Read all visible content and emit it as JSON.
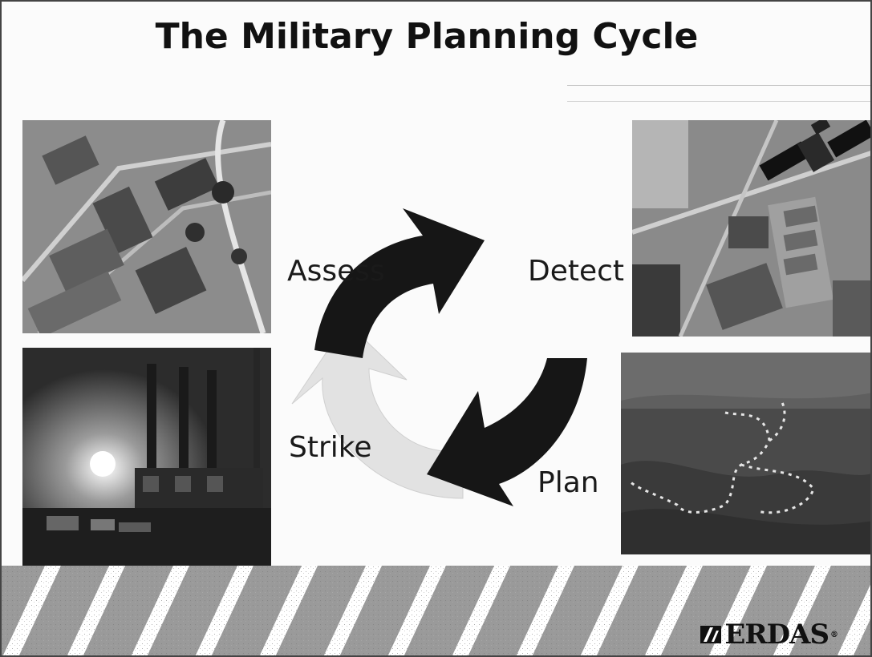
{
  "slide": {
    "title": "The Military Planning Cycle"
  },
  "cycle": {
    "stages": [
      {
        "key": "detect",
        "label": "Detect"
      },
      {
        "key": "plan",
        "label": "Plan"
      },
      {
        "key": "strike",
        "label": "Strike"
      },
      {
        "key": "assess",
        "label": "Assess"
      }
    ],
    "arrow_colors": {
      "dark": "#161616",
      "light": "#e2e2e2"
    }
  },
  "photos": [
    {
      "key": "assess",
      "subject": "aerial image of damaged urban area"
    },
    {
      "key": "detect",
      "subject": "satellite over aerial image of industrial site"
    },
    {
      "key": "strike",
      "subject": "power plant with smokestacks at night"
    },
    {
      "key": "plan",
      "subject": "terrain map with planned route"
    }
  ],
  "footer": {
    "logo_text": "ERDAS",
    "logo_registered": "®",
    "logo_icon": "erdas-logo-icon"
  }
}
